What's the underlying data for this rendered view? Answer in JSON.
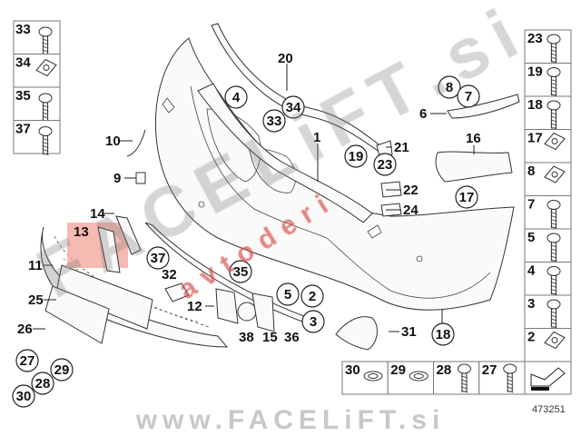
{
  "diagram_number": "473251",
  "watermarks": {
    "footer": "www.FACELiFT.si",
    "diagonal": "FACELiFT.si",
    "diagonal_red": "avtoderi"
  },
  "left_legend": [
    "33",
    "34",
    "35",
    "37"
  ],
  "right_legend": [
    "23",
    "19",
    "18",
    "17",
    "8",
    "7",
    "5",
    "4",
    "3",
    "2"
  ],
  "bottom_legend": [
    "30",
    "29",
    "28",
    "27"
  ],
  "callouts_plain": [
    {
      "id": "20"
    },
    {
      "id": "1"
    },
    {
      "id": "21"
    },
    {
      "id": "22"
    },
    {
      "id": "24"
    },
    {
      "id": "6"
    },
    {
      "id": "16"
    },
    {
      "id": "10"
    },
    {
      "id": "9"
    },
    {
      "id": "14"
    },
    {
      "id": "13"
    },
    {
      "id": "11"
    },
    {
      "id": "25"
    },
    {
      "id": "26"
    },
    {
      "id": "32"
    },
    {
      "id": "12"
    },
    {
      "id": "38"
    },
    {
      "id": "15"
    },
    {
      "id": "36"
    },
    {
      "id": "31"
    }
  ],
  "callouts_circled": [
    {
      "id": "4"
    },
    {
      "id": "34"
    },
    {
      "id": "33"
    },
    {
      "id": "19"
    },
    {
      "id": "23"
    },
    {
      "id": "8"
    },
    {
      "id": "7"
    },
    {
      "id": "17"
    },
    {
      "id": "37"
    },
    {
      "id": "35"
    },
    {
      "id": "5"
    },
    {
      "id": "2"
    },
    {
      "id": "3"
    },
    {
      "id": "18"
    },
    {
      "id": "27"
    },
    {
      "id": "29"
    },
    {
      "id": "28"
    },
    {
      "id": "30"
    }
  ]
}
